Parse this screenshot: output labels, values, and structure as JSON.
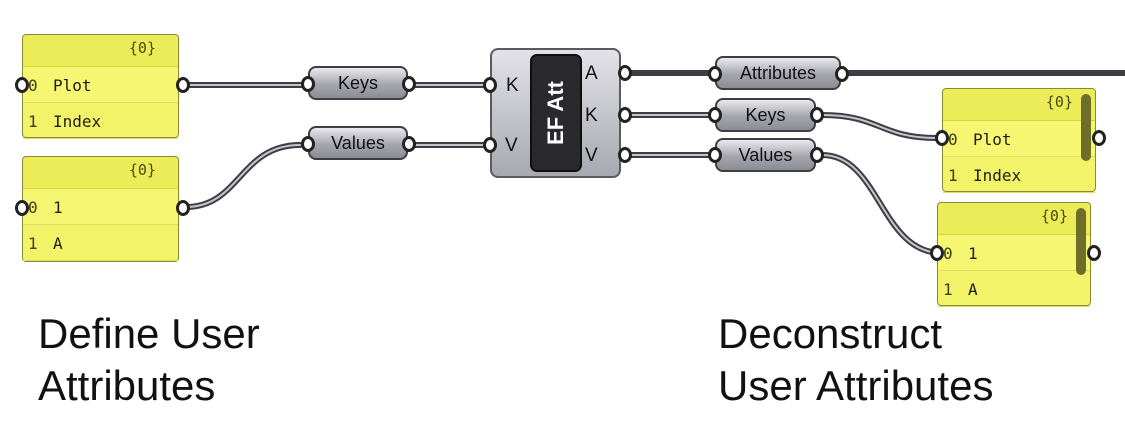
{
  "panels": {
    "keys_in": {
      "header": "{0}",
      "rows": [
        {
          "index": "0",
          "value": "Plot"
        },
        {
          "index": "1",
          "value": "Index"
        }
      ]
    },
    "values_in": {
      "header": "{0}",
      "rows": [
        {
          "index": "0",
          "value": "1"
        },
        {
          "index": "1",
          "value": "A"
        }
      ]
    },
    "keys_out": {
      "header": "{0}",
      "rows": [
        {
          "index": "0",
          "value": "Plot"
        },
        {
          "index": "1",
          "value": "Index"
        }
      ]
    },
    "values_out": {
      "header": "{0}",
      "rows": [
        {
          "index": "0",
          "value": "1"
        },
        {
          "index": "1",
          "value": "A"
        }
      ]
    }
  },
  "params": {
    "keys_in": "Keys",
    "values_in": "Values",
    "attributes_out": "Attributes",
    "keys_out": "Keys",
    "values_out": "Values"
  },
  "component": {
    "name": "EF Att",
    "inputs": [
      "K",
      "V"
    ],
    "outputs": [
      "A",
      "K",
      "V"
    ]
  },
  "captions": {
    "left_line1": "Define User",
    "left_line2": "Attributes",
    "right_line1": "Deconstruct",
    "right_line2": "User Attributes"
  },
  "colors": {
    "panel": "#f3f36a",
    "wire": "#3d3d44",
    "component_core": "#2a2a2e"
  }
}
